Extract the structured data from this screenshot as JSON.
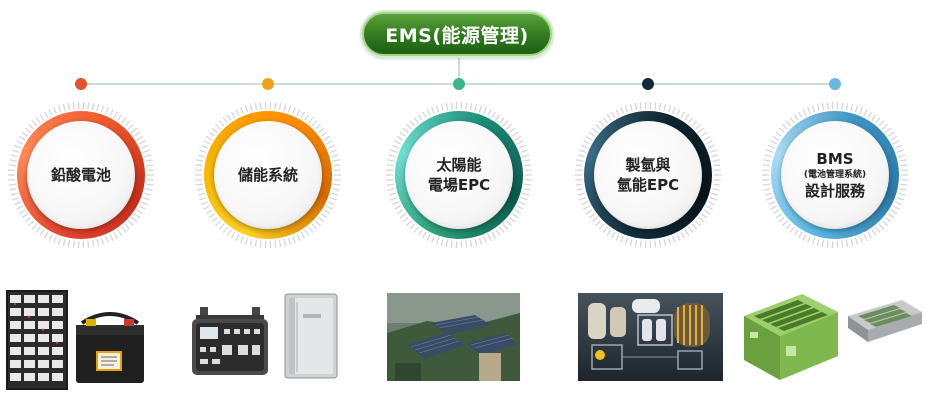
{
  "header": {
    "title": "EMS(能源管理)"
  },
  "nodes": [
    {
      "id": "lead-acid",
      "line1": "鉛酸電池",
      "dot_color": "#e9502f"
    },
    {
      "id": "storage",
      "line1": "儲能系統",
      "dot_color": "#f0a21a"
    },
    {
      "id": "solar",
      "line1": "太陽能",
      "line2": "電場EPC",
      "dot_color": "#3fb58d"
    },
    {
      "id": "hydrogen",
      "line1": "製氫與",
      "line2": "氫能EPC",
      "dot_color": "#0f2a3a"
    },
    {
      "id": "bms",
      "line1": "BMS",
      "small": "(電池管理系統)",
      "line2": "設計服務",
      "dot_color": "#6cb6e0"
    }
  ],
  "images": [
    {
      "icon": "battery-rack-icon"
    },
    {
      "icon": "car-battery-icon"
    },
    {
      "icon": "portable-power-station-icon"
    },
    {
      "icon": "storage-cabinet-icon"
    },
    {
      "icon": "solar-farm-photo-icon"
    },
    {
      "icon": "hydrogen-plant-icon"
    },
    {
      "icon": "bms-enclosure-icon"
    },
    {
      "icon": "bms-board-icon"
    }
  ]
}
